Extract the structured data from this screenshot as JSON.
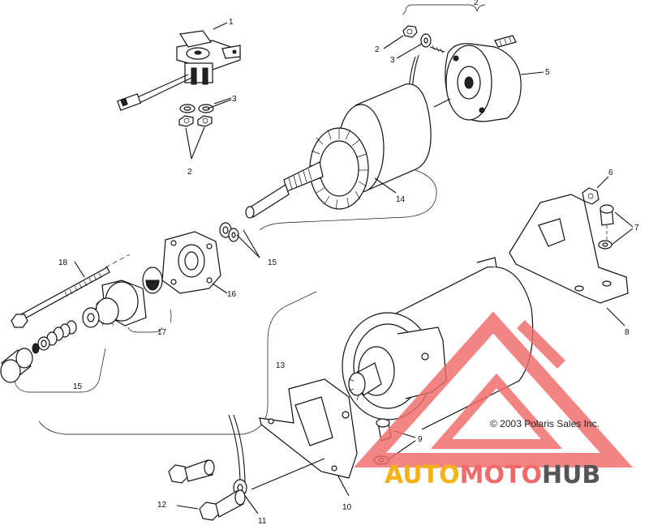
{
  "callouts": {
    "c1": "1",
    "c2a": "2",
    "c2b": "2",
    "c2c": "2",
    "c3a": "3",
    "c3b": "3",
    "c5": "5",
    "c6": "6",
    "c7": "7",
    "c8": "8",
    "c9": "9",
    "c10": "10",
    "c11": "11",
    "c12": "12",
    "c13": "13",
    "c14": "14",
    "c15a": "15",
    "c15b": "15",
    "c16": "16",
    "c17": "17",
    "c18": "18"
  },
  "copyright": "© 2003 Polaris Sales Inc.",
  "watermark": {
    "part1": "AUTO",
    "part2": "MOTO",
    "part3": "HUB",
    "color_primary": "#f06a6a",
    "color_accent": "#f5b01a",
    "color_dark": "#555555"
  }
}
